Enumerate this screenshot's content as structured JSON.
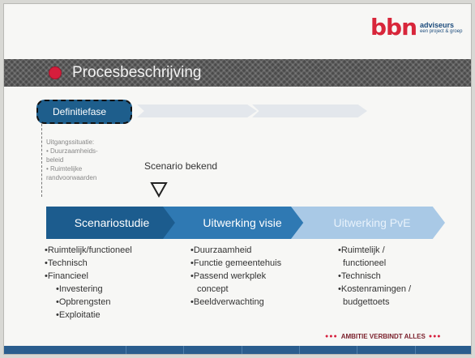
{
  "logo": {
    "main": "bbn",
    "line1": "adviseurs",
    "line2": "een project & groep"
  },
  "title": {
    "text": "Procesbeschrijving"
  },
  "phase": {
    "label": "Definitiefase"
  },
  "starting_situation": {
    "text": "Uitgangssituatie:\n• Duurzaamheids-\n  beleid\n• Ruimtelijke\n  randvoorwaarden"
  },
  "scenario_given": "Scenario bekend",
  "steps": [
    {
      "label": "Scenariostudie"
    },
    {
      "label": "Uitwerking visie"
    },
    {
      "label": "Uitwerking PvE"
    }
  ],
  "columns": [
    {
      "items": [
        "•Ruimtelijk/functioneel",
        "•Technisch",
        "•Financieel"
      ],
      "subitems": [
        "•Investering",
        "•Opbrengsten",
        "•Exploitatie"
      ]
    },
    {
      "items": [
        "•Duurzaamheid",
        "•Functie gemeentehuis",
        "•Passend werkplek",
        " concept",
        "•Beeldverwachting"
      ]
    },
    {
      "items": [
        "•Ruimtelijk /",
        " functioneel",
        "•Technisch",
        "•Kostenramingen /",
        " budgettoets"
      ]
    }
  ],
  "tagline": {
    "dots": "●●●",
    "text": "AMBITIE VERBINDT ALLES",
    "dots2": "●●●"
  },
  "colors": {
    "accent_red": "#d61e3c",
    "dark_blue": "#1c5c8e",
    "mid_blue": "#2f79b3",
    "light_blue": "#a9c9e6"
  }
}
